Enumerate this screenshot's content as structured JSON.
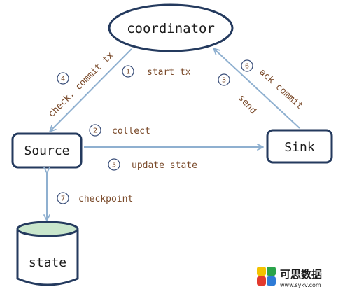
{
  "nodes": {
    "coordinator": "coordinator",
    "source": "Source",
    "sink": "Sink",
    "state": "state"
  },
  "steps": [
    {
      "num": "1",
      "label": "start tx"
    },
    {
      "num": "2",
      "label": "collect"
    },
    {
      "num": "3",
      "label": "send"
    },
    {
      "num": "4",
      "label": "check. commit tx"
    },
    {
      "num": "5",
      "label": "update state"
    },
    {
      "num": "6",
      "label": "ack commit"
    },
    {
      "num": "7",
      "label": "checkpoint"
    }
  ],
  "watermark": {
    "name": "可思数据",
    "url": "www.sykv.com"
  },
  "colors": {
    "node_stroke": "#243a5e",
    "arrow": "#8fb0d0",
    "label": "#7a4a2a",
    "step_circle": "#3b4f7a",
    "cylinder_fill": "#c9e6cc"
  }
}
